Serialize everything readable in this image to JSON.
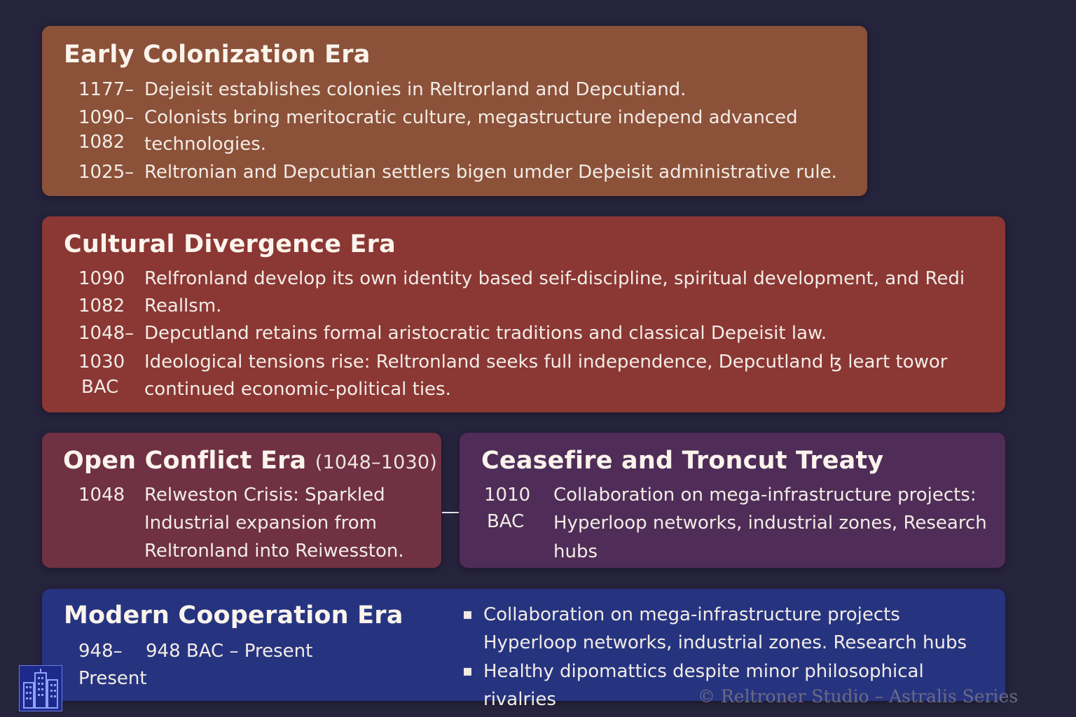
{
  "early": {
    "title": "Early Colonization Era",
    "rows": [
      {
        "year": "1177–",
        "text": "Dejeisit establishes colonies in Reltrorland and Depcutiand."
      },
      {
        "year": "1090–",
        "text": "Colonists bring meritocratic culture, megastructure independ advanced"
      },
      {
        "year": "1082",
        "text": "technologies."
      },
      {
        "year": "1025–",
        "text": "Reltronian and Depcutian settlers bigen umder Deþeisit administrative rule."
      }
    ]
  },
  "cultural": {
    "title": "Cultural Divergence Era",
    "rows": [
      {
        "year": "1090",
        "text": "Relfronland develop its own identity based seif-discipline, spiritual development, and Redi"
      },
      {
        "year": "1082",
        "text": "Reallsm."
      },
      {
        "year": "1048–",
        "text": "Depcutland retains formal aristocratic traditions and classical Depeisit law."
      },
      {
        "year": "1030",
        "text": "Ideological tensions rise: Reltronland seeks full independence, Depcutland ɮ leart towor"
      },
      {
        "year": "BAC",
        "text": "continued economic-political ties."
      }
    ]
  },
  "conflict": {
    "title": "Open Conflict Era",
    "range": "(1048–1030)",
    "rows": [
      {
        "year": "1048",
        "text": "Relweston Crisis: Sparkled"
      },
      {
        "year": "",
        "text": "Industrial expansion from"
      },
      {
        "year": "",
        "text": "Reltronland into Reiwesston."
      }
    ]
  },
  "ceasefire": {
    "title": "Ceasefire and Troncut Treaty",
    "rows": [
      {
        "year": "1010",
        "text": "Collaboration on mega-infrastructure projects:"
      },
      {
        "year": "BAC",
        "text": "Hyperloop networks, industrial zones, Research"
      },
      {
        "year": "",
        "text": "hubs"
      }
    ]
  },
  "modern": {
    "title": "Modern Cooperation Era",
    "year_a": "948–",
    "year_b": "Present",
    "range_text": "948 BAC – Present",
    "bullets": [
      {
        "line1": "Collaboration on mega-infrastructure projects",
        "line2": "Hyperloop networks, industrial zones. Research hubs"
      },
      {
        "line1": "Healthy dipomattics despite minor philosophical",
        "line2": "rivalries"
      }
    ],
    "bullet_symbol": "▪"
  },
  "footer": "© Reltroner Studio – Astralis Series",
  "logo_icon": "city-buildings-icon",
  "colors": {
    "background": "#26233d",
    "early": "#8c5139",
    "cultural": "#8b3734",
    "conflict": "#6f3143",
    "ceasefire": "#4f2d58",
    "modern": "#263480"
  }
}
